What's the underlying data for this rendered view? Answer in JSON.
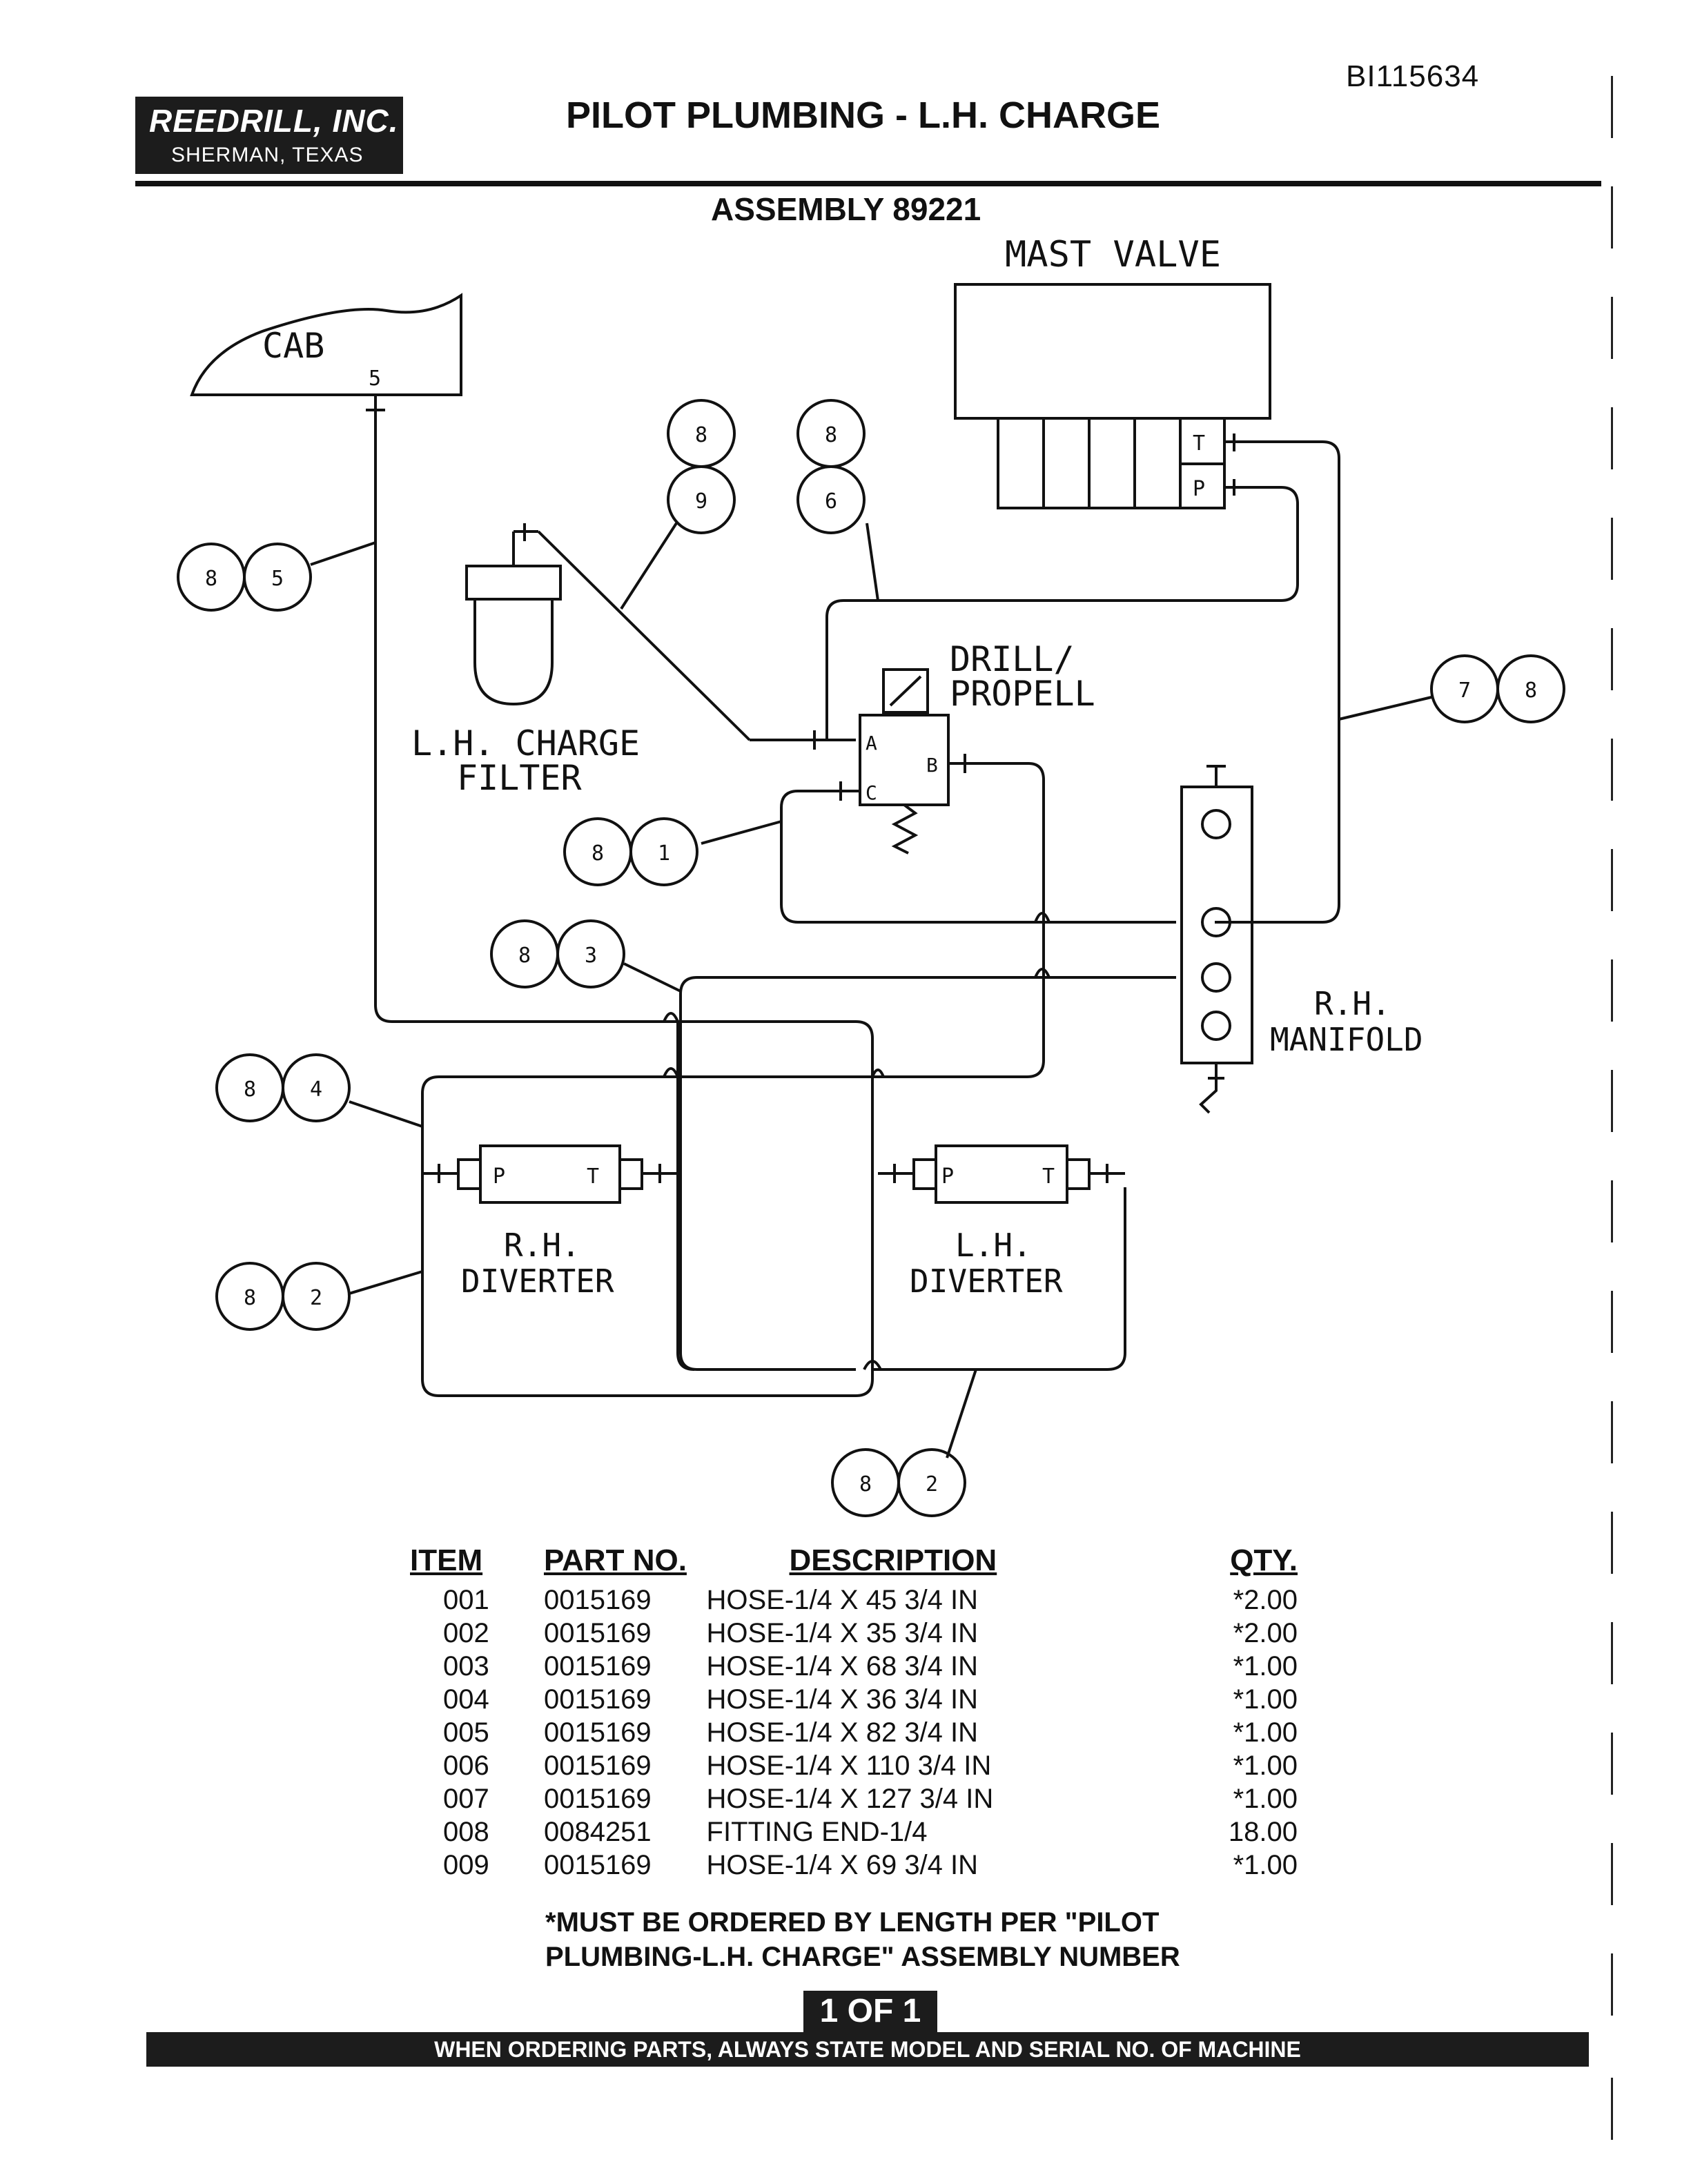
{
  "header": {
    "doc_number": "BI115634",
    "company_name": "REEDRILL, INC.",
    "company_city": "SHERMAN, TEXAS",
    "title": "PILOT PLUMBING - L.H. CHARGE",
    "assembly": "ASSEMBLY 89221"
  },
  "diagram": {
    "labels": {
      "mast_valve": "MAST VALVE",
      "cab": "CAB",
      "cab_port": "5",
      "drill_propell_1": "DRILL/",
      "drill_propell_2": "PROPELL",
      "filter_1": "L.H. CHARGE",
      "filter_2": "FILTER",
      "rh_manifold_1": "R.H.",
      "rh_manifold_2": "MANIFOLD",
      "rh_diverter_1": "R.H.",
      "rh_diverter_2": "DIVERTER",
      "lh_diverter_1": "L.H.",
      "lh_diverter_2": "DIVERTER",
      "port_t": "T",
      "port_p": "P",
      "port_a": "A",
      "port_b": "B",
      "port_c": "C"
    },
    "callouts": [
      {
        "top": "8",
        "bottom": "9"
      },
      {
        "top": "8",
        "bottom": "6"
      },
      {
        "left": "8",
        "right": "5"
      },
      {
        "left": "7",
        "right": "8"
      },
      {
        "left": "8",
        "right": "1"
      },
      {
        "left": "8",
        "right": "3"
      },
      {
        "left": "8",
        "right": "4"
      },
      {
        "left": "8",
        "right": "2"
      },
      {
        "left": "8",
        "right": "2"
      }
    ]
  },
  "parts_table": {
    "headers": {
      "item": "ITEM",
      "part_no": "PART NO.",
      "description": "DESCRIPTION",
      "qty": "QTY."
    },
    "rows": [
      {
        "item": "001",
        "part_no": "0015169",
        "description": "HOSE-1/4 X 45 3/4 IN",
        "qty": "*2.00"
      },
      {
        "item": "002",
        "part_no": "0015169",
        "description": "HOSE-1/4 X 35 3/4 IN",
        "qty": "*2.00"
      },
      {
        "item": "003",
        "part_no": "0015169",
        "description": "HOSE-1/4 X 68 3/4 IN",
        "qty": "*1.00"
      },
      {
        "item": "004",
        "part_no": "0015169",
        "description": "HOSE-1/4 X 36 3/4 IN",
        "qty": "*1.00"
      },
      {
        "item": "005",
        "part_no": "0015169",
        "description": "HOSE-1/4 X 82 3/4 IN",
        "qty": "*1.00"
      },
      {
        "item": "006",
        "part_no": "0015169",
        "description": "HOSE-1/4 X 110 3/4 IN",
        "qty": "*1.00"
      },
      {
        "item": "007",
        "part_no": "0015169",
        "description": "HOSE-1/4 X 127 3/4 IN",
        "qty": "*1.00"
      },
      {
        "item": "008",
        "part_no": "0084251",
        "description": "FITTING END-1/4",
        "qty": "18.00"
      },
      {
        "item": "009",
        "part_no": "0015169",
        "description": "HOSE-1/4 X 69 3/4 IN",
        "qty": "*1.00"
      }
    ]
  },
  "note": {
    "line1": "*MUST BE ORDERED BY LENGTH PER \"PILOT",
    "line2": "PLUMBING-L.H. CHARGE\" ASSEMBLY NUMBER"
  },
  "page_indicator": "1 OF 1",
  "footer": "WHEN ORDERING PARTS, ALWAYS STATE MODEL AND SERIAL NO. OF MACHINE"
}
